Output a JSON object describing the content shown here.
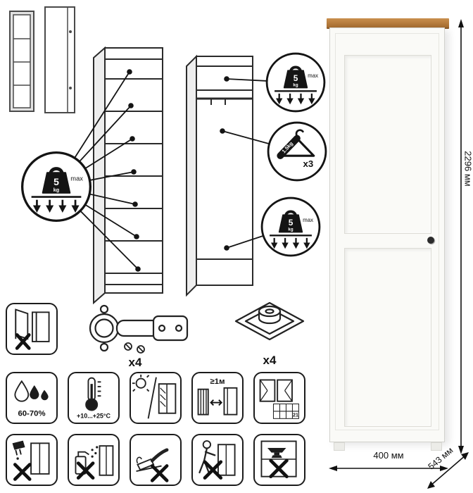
{
  "limits": {
    "shelf": {
      "value": "5",
      "unit": "kg",
      "max": "max"
    },
    "top": {
      "value": "5",
      "unit": "kg",
      "max": "max"
    },
    "bottom": {
      "value": "5",
      "unit": "kg",
      "max": "max"
    }
  },
  "hanger": {
    "weight": "1.5kg",
    "count": "x3"
  },
  "hardware": {
    "hinge_count": "x4",
    "foot_count": "x4"
  },
  "care": {
    "humidity": "60-70%",
    "temperature": "+10...+25°C",
    "distance": "≥1м",
    "calendar_day": "21"
  },
  "dimensions": {
    "height": "2296 мм",
    "width": "400 мм",
    "depth": "543 мм"
  },
  "colors": {
    "wardrobe_top_wood": "#b07a3e",
    "outline": "#141414"
  },
  "icons": [
    "weight-limit-icon",
    "clothes-hanger-icon",
    "hinge-icon",
    "adjustable-foot-icon",
    "anti-tip-icon",
    "humidity-icon",
    "thermometer-icon",
    "sunlight-icon",
    "heater-distance-icon",
    "window-calendar-icon",
    "no-solvent-icon",
    "no-spray-icon",
    "no-abrasive-icon",
    "no-dragging-icon",
    "no-heavy-load-icon"
  ]
}
